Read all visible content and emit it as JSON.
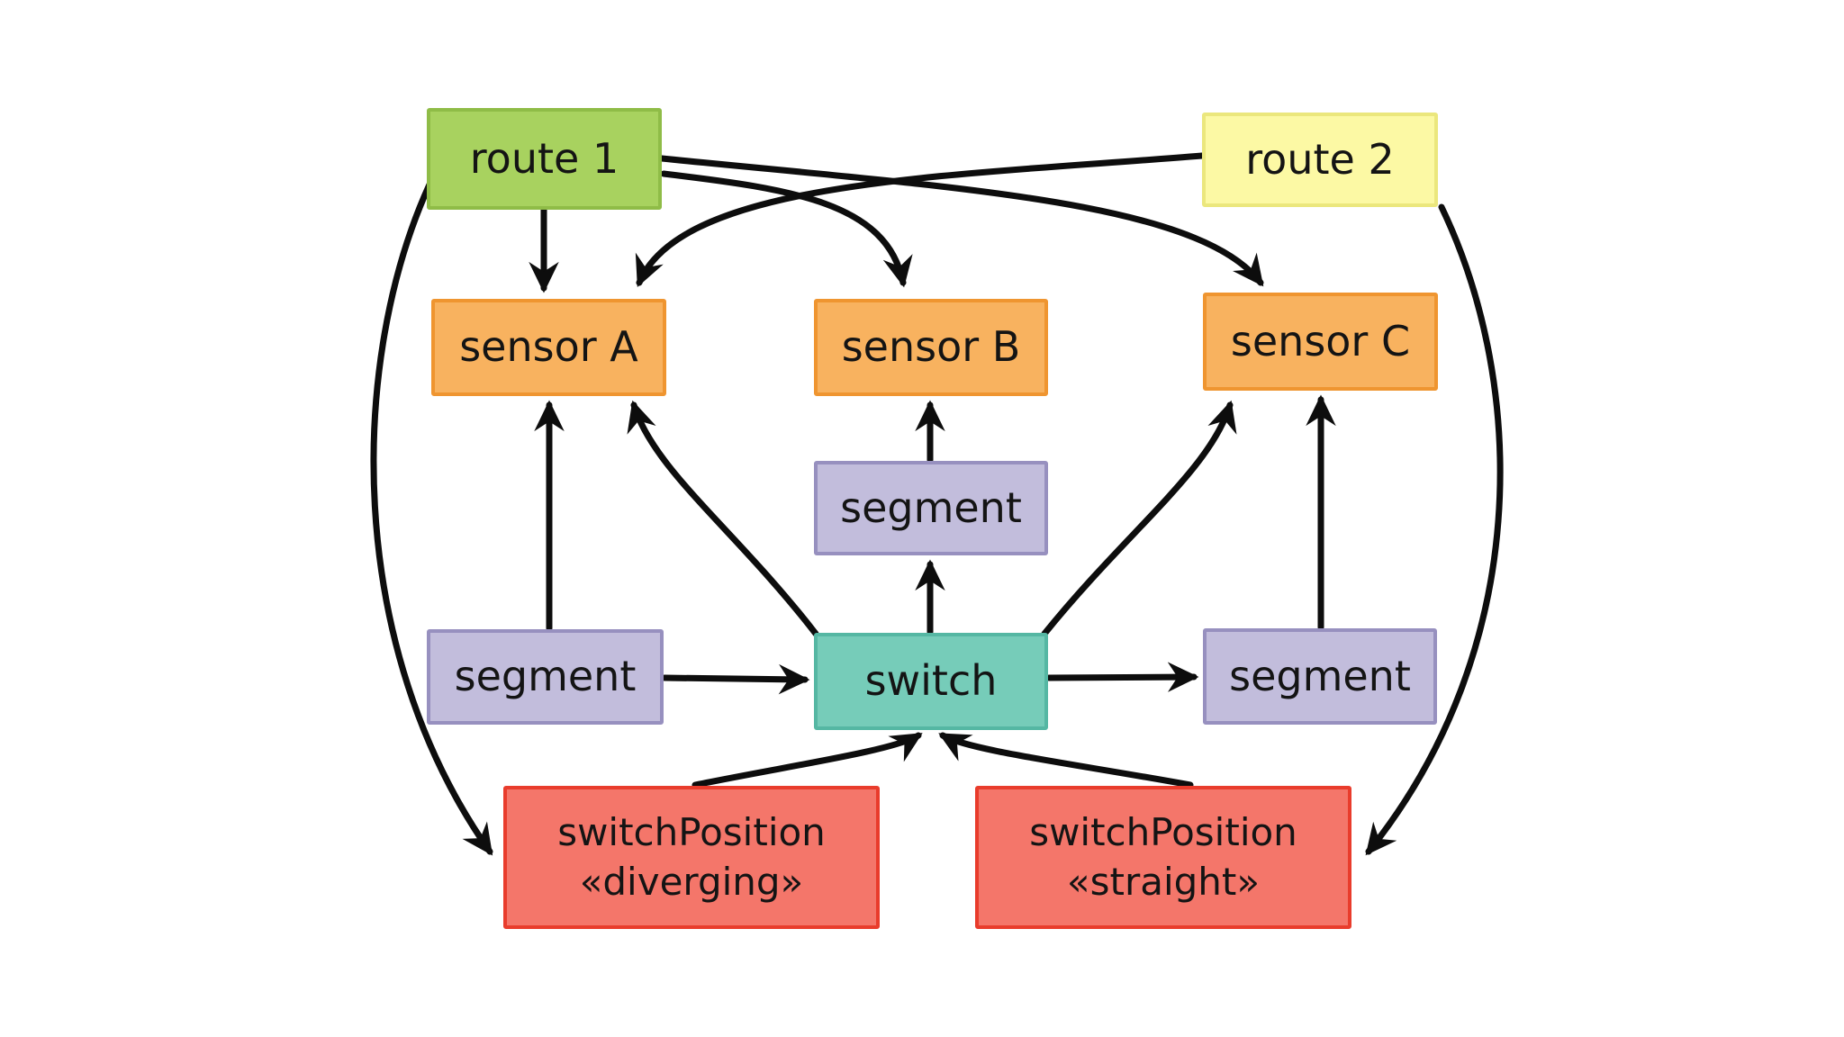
{
  "diagram": {
    "background": "#ffffff",
    "arrow_color": "#0d0d0d",
    "nodes": {
      "route1": {
        "label": "route 1",
        "fill": "#a8d25f",
        "border": "#8fbc47"
      },
      "route2": {
        "label": "route 2",
        "fill": "#fcf9a4",
        "border": "#ebe77d"
      },
      "sensorA": {
        "label": "sensor A",
        "fill": "#f8b25f",
        "border": "#ef9530"
      },
      "sensorB": {
        "label": "sensor B",
        "fill": "#f8b25f",
        "border": "#ef9530"
      },
      "sensorC": {
        "label": "sensor C",
        "fill": "#f8b25f",
        "border": "#ef9530"
      },
      "segmentLeft": {
        "label": "segment",
        "fill": "#c2bddc",
        "border": "#9790bf"
      },
      "segmentMiddle": {
        "label": "segment",
        "fill": "#c2bddc",
        "border": "#9790bf"
      },
      "segmentRight": {
        "label": "segment",
        "fill": "#c2bddc",
        "border": "#9790bf"
      },
      "switch": {
        "label": "switch",
        "fill": "#76ccb9",
        "border": "#55b7a3"
      },
      "switchPositionDiverging": {
        "label_line1": "switchPosition",
        "label_line2": "«diverging»",
        "fill": "#f4766a",
        "border": "#e93c2c"
      },
      "switchPositionStraight": {
        "label_line1": "switchPosition",
        "label_line2": "«straight»",
        "fill": "#f4766a",
        "border": "#e93c2c"
      }
    },
    "edges": [
      {
        "from": "route 1",
        "to": "sensor A"
      },
      {
        "from": "route 1",
        "to": "sensor B"
      },
      {
        "from": "route 1",
        "to": "sensor C"
      },
      {
        "from": "route 1",
        "to": "switchPosition «diverging»"
      },
      {
        "from": "route 2",
        "to": "sensor A"
      },
      {
        "from": "route 2",
        "to": "switchPosition «straight»"
      },
      {
        "from": "segment (left)",
        "to": "sensor A"
      },
      {
        "from": "segment (left)",
        "to": "switch"
      },
      {
        "from": "switch",
        "to": "sensor A"
      },
      {
        "from": "switch",
        "to": "segment (middle)"
      },
      {
        "from": "switch",
        "to": "sensor C"
      },
      {
        "from": "switch",
        "to": "segment (right)"
      },
      {
        "from": "segment (middle)",
        "to": "sensor B"
      },
      {
        "from": "segment (right)",
        "to": "sensor C"
      },
      {
        "from": "switchPosition «diverging»",
        "to": "switch"
      },
      {
        "from": "switchPosition «straight»",
        "to": "switch"
      }
    ]
  }
}
